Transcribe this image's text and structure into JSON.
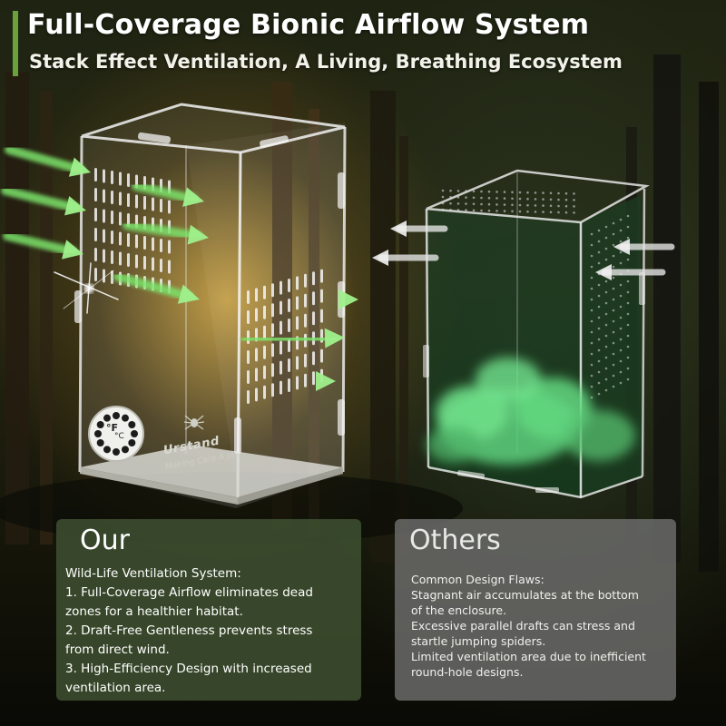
{
  "header": {
    "title": "Full-Coverage Bionic Airflow System",
    "subtitle": "Stack Effect Ventilation, A Living, Breathing Ecosystem"
  },
  "product": {
    "brand": "Urstand",
    "tagline": "Making Care A Joy",
    "gauge_unit_f": "°F",
    "gauge_unit_c": "°C"
  },
  "comparison": {
    "our": {
      "heading": "Our",
      "lines": [
        "Wild-Life Ventilation System:",
        "1. Full-Coverage Airflow eliminates dead",
        "zones for a healthier habitat.",
        "2. Draft-Free Gentleness prevents stress",
        "from direct wind.",
        "3. High-Efficiency Design with increased",
        "ventilation area."
      ]
    },
    "others": {
      "heading": "Others",
      "lines": [
        "Common Design Flaws:",
        "Stagnant air accumulates at the bottom",
        "of the enclosure.",
        "Excessive parallel drafts can stress and",
        "startle jumping spiders.",
        "Limited ventilation area due to inefficient",
        "round-hole designs."
      ]
    }
  },
  "colors": {
    "accent_green": "#6aa23a",
    "airflow_green": "#7be36a",
    "airflow_white": "#e4e4e4",
    "stagnant_air": "#5ed07c",
    "panel_our": "#3e4e30",
    "panel_others": "#6e6e6c"
  },
  "icons": [
    "green-airflow-arrow-icon",
    "white-airflow-arrow-icon",
    "thermometer-gauge-icon",
    "spider-logo-icon",
    "sparkle-icon"
  ]
}
